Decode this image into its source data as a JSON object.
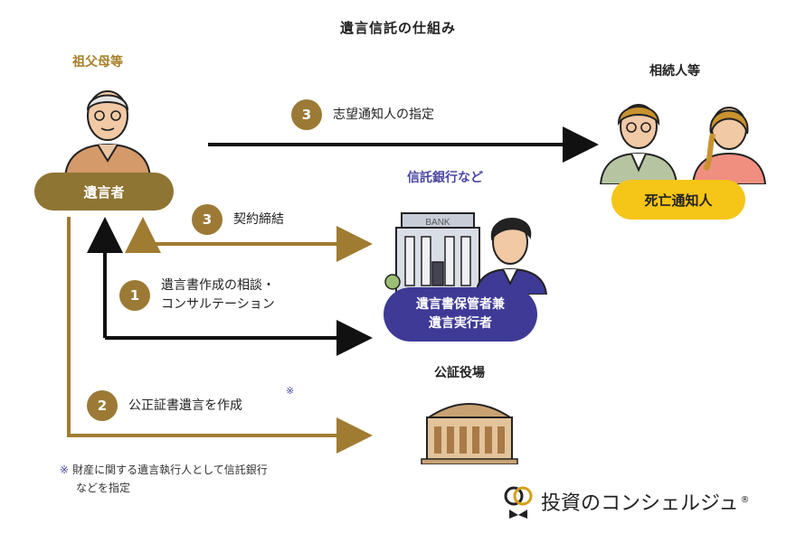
{
  "title": "遺言信託の仕組み",
  "actors": {
    "grandparents": "祖父母等",
    "testator": "遺言者",
    "heirs": "相続人等",
    "death_notifier": "死亡通知人",
    "trust_bank": "信託銀行など",
    "custodian_line1": "遺言書保管者兼",
    "custodian_line2": "遺言実行者",
    "notary_office": "公証役場",
    "bank_sign": "BANK"
  },
  "steps": {
    "top": {
      "num": "3",
      "label": "志望通知人の指定"
    },
    "contract": {
      "num": "3",
      "label": "契約締結"
    },
    "consult": {
      "num": "1",
      "label_line1": "遺言書作成の相談・",
      "label_line2": "コンサルテーション"
    },
    "notarial": {
      "num": "2",
      "label": "公正証書遺言を作成",
      "mark": "※"
    }
  },
  "footnote": {
    "mark": "※",
    "line1": "財産に関する遺言執行人として信託銀行",
    "line2": "などを指定"
  },
  "brand": {
    "name": "投資のコンシェルジュ",
    "reg": "®"
  },
  "colors": {
    "testator": "#8f7533",
    "notifier": "#f5c518",
    "custodian": "#3e3a96",
    "step": "#9c7a36",
    "arrow_gold": "#a07c32",
    "arrow_black": "#111111"
  }
}
